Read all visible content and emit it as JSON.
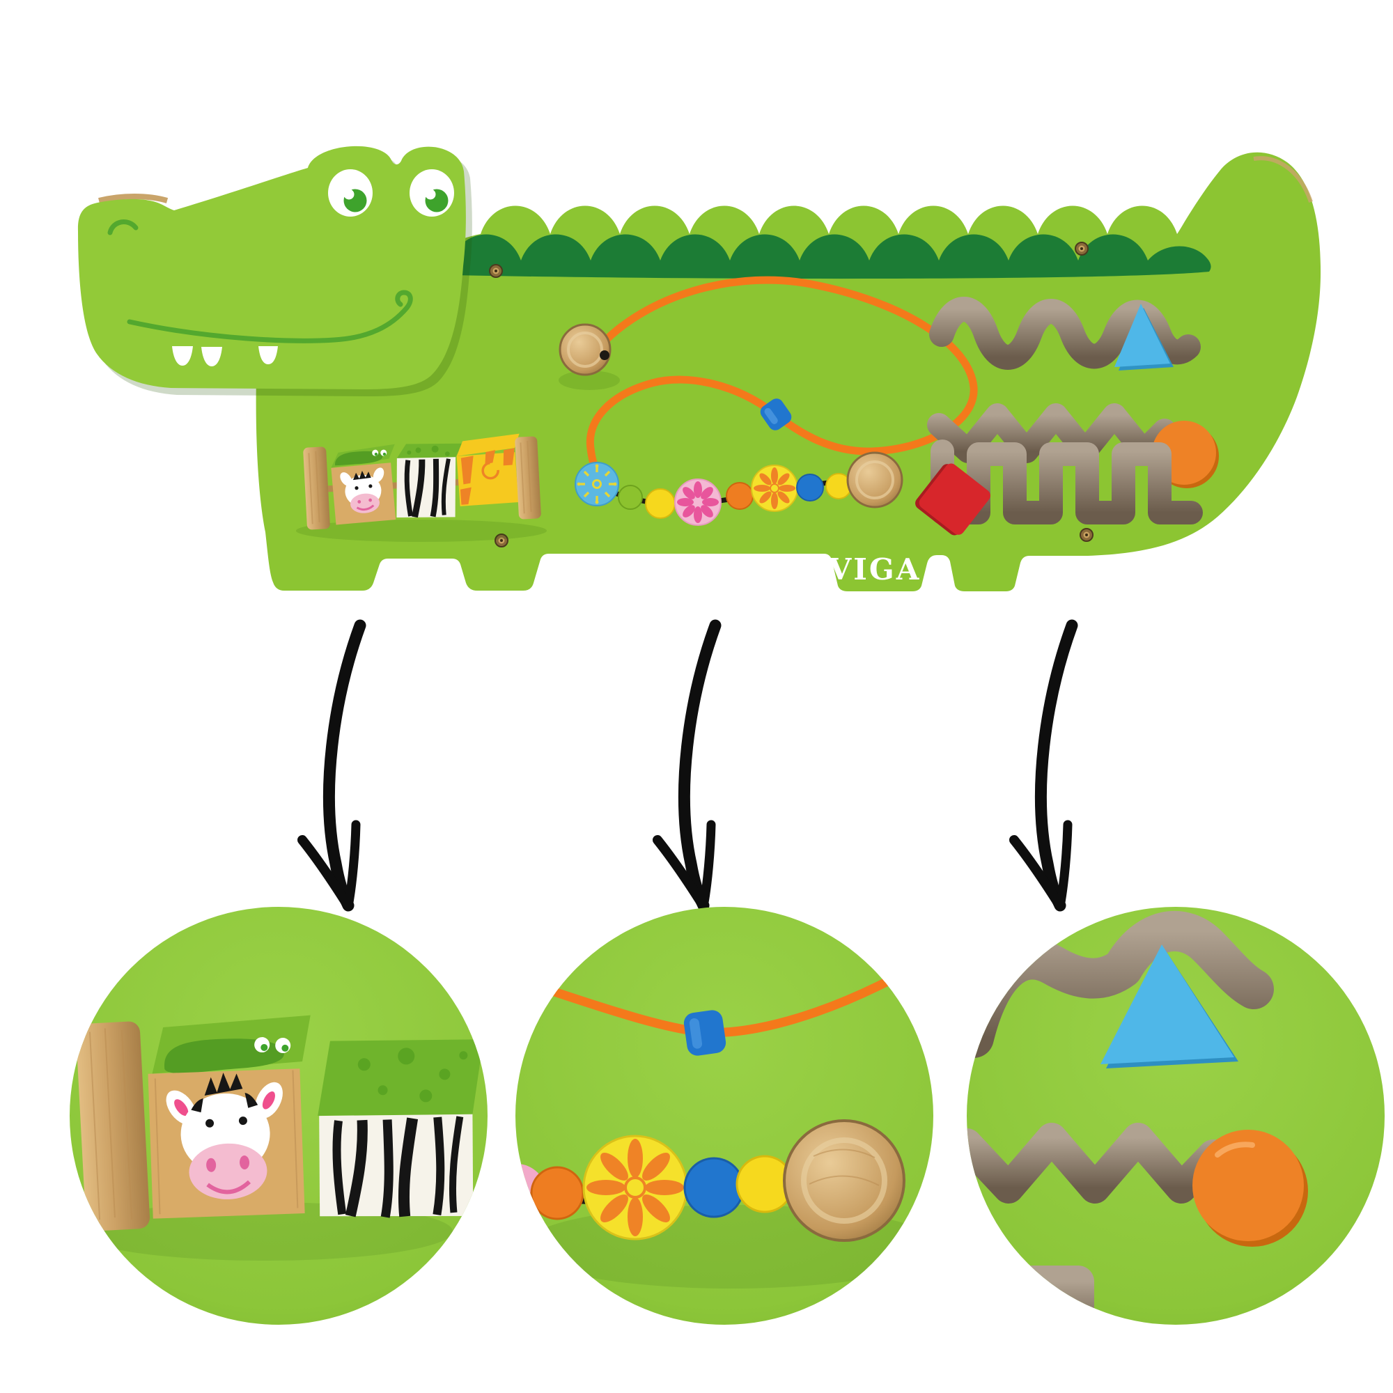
{
  "board": {
    "brand": "VIGA",
    "subject": "crocodile wall activity toy",
    "palette": {
      "body_green": "#8cc532",
      "head_green": "#92ca38",
      "band_green": "#1c7c35",
      "blob_green": "#549d23",
      "wire_orange": "#f4791b",
      "bead_blue": "#2176ce",
      "triangle_blue": "#4fb7e8",
      "slider_orange": "#ee8226",
      "slider_red": "#d7262b",
      "groove_brown": "#8a7b6b",
      "wood": "#d9ab67",
      "arrow_black": "#0e0e0e",
      "brand_white": "#ffffff",
      "eye_white": "#ffffff",
      "pupil_green": "#3ea32c"
    },
    "bead_colors": [
      "#5cb8e2",
      "#8cc22e",
      "#f6d81d",
      "#f4b8d3",
      "#ee7d21",
      "#f5e12b",
      "#2176ce",
      "#f6d81d",
      "#cfa362"
    ],
    "sliders": [
      {
        "shape": "triangle",
        "color": "#4fb7e8"
      },
      {
        "shape": "circle",
        "color": "#ee8226"
      },
      {
        "shape": "square",
        "color": "#d7262b"
      }
    ],
    "blocks": [
      "crocodile-zebra block",
      "grass-zebra-stripes block",
      "tiger-pattern block"
    ]
  },
  "detail_views": [
    {
      "name": "turning-blocks-closeup"
    },
    {
      "name": "bead-maze-closeup"
    },
    {
      "name": "shape-tracks-closeup"
    }
  ]
}
